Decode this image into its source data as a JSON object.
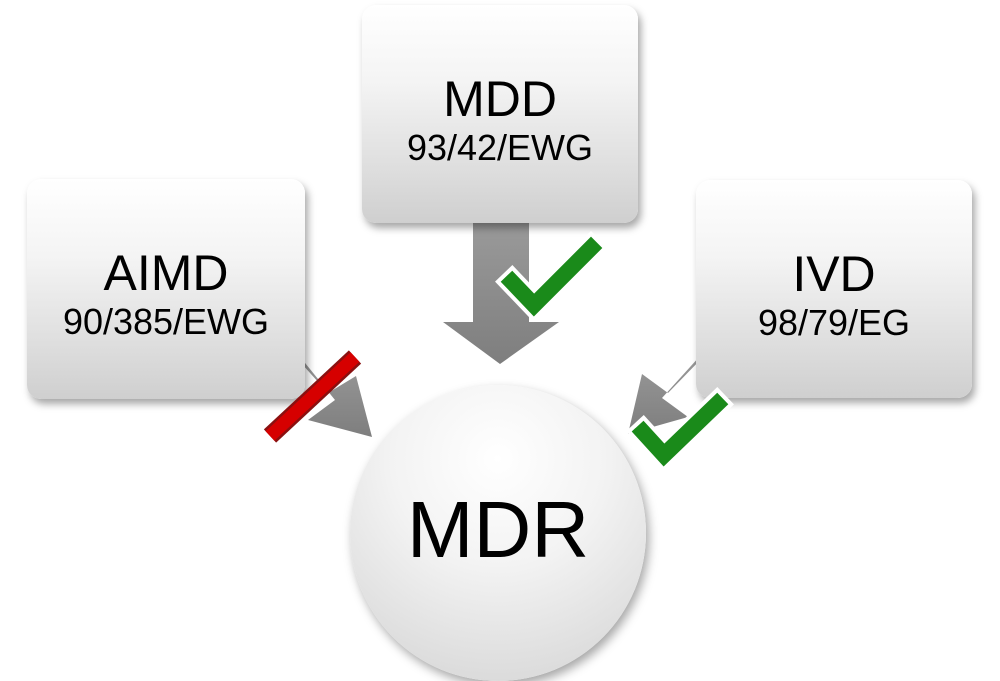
{
  "nodes": {
    "mdd": {
      "title": "MDD",
      "code": "93/42/EWG",
      "status": "included"
    },
    "aimd": {
      "title": "AIMD",
      "code": "90/385/EWG",
      "status": "excluded"
    },
    "ivd": {
      "title": "IVD",
      "code": "98/79/EG",
      "status": "included"
    },
    "target": {
      "title": "MDR"
    }
  },
  "colors": {
    "arrow": "#8c8c8c",
    "check": "#1a8a1a",
    "cross": "#c00000",
    "box_bg": "#e6e6e6"
  },
  "icons": {
    "included": "checkmark-icon",
    "excluded": "strike-icon"
  }
}
